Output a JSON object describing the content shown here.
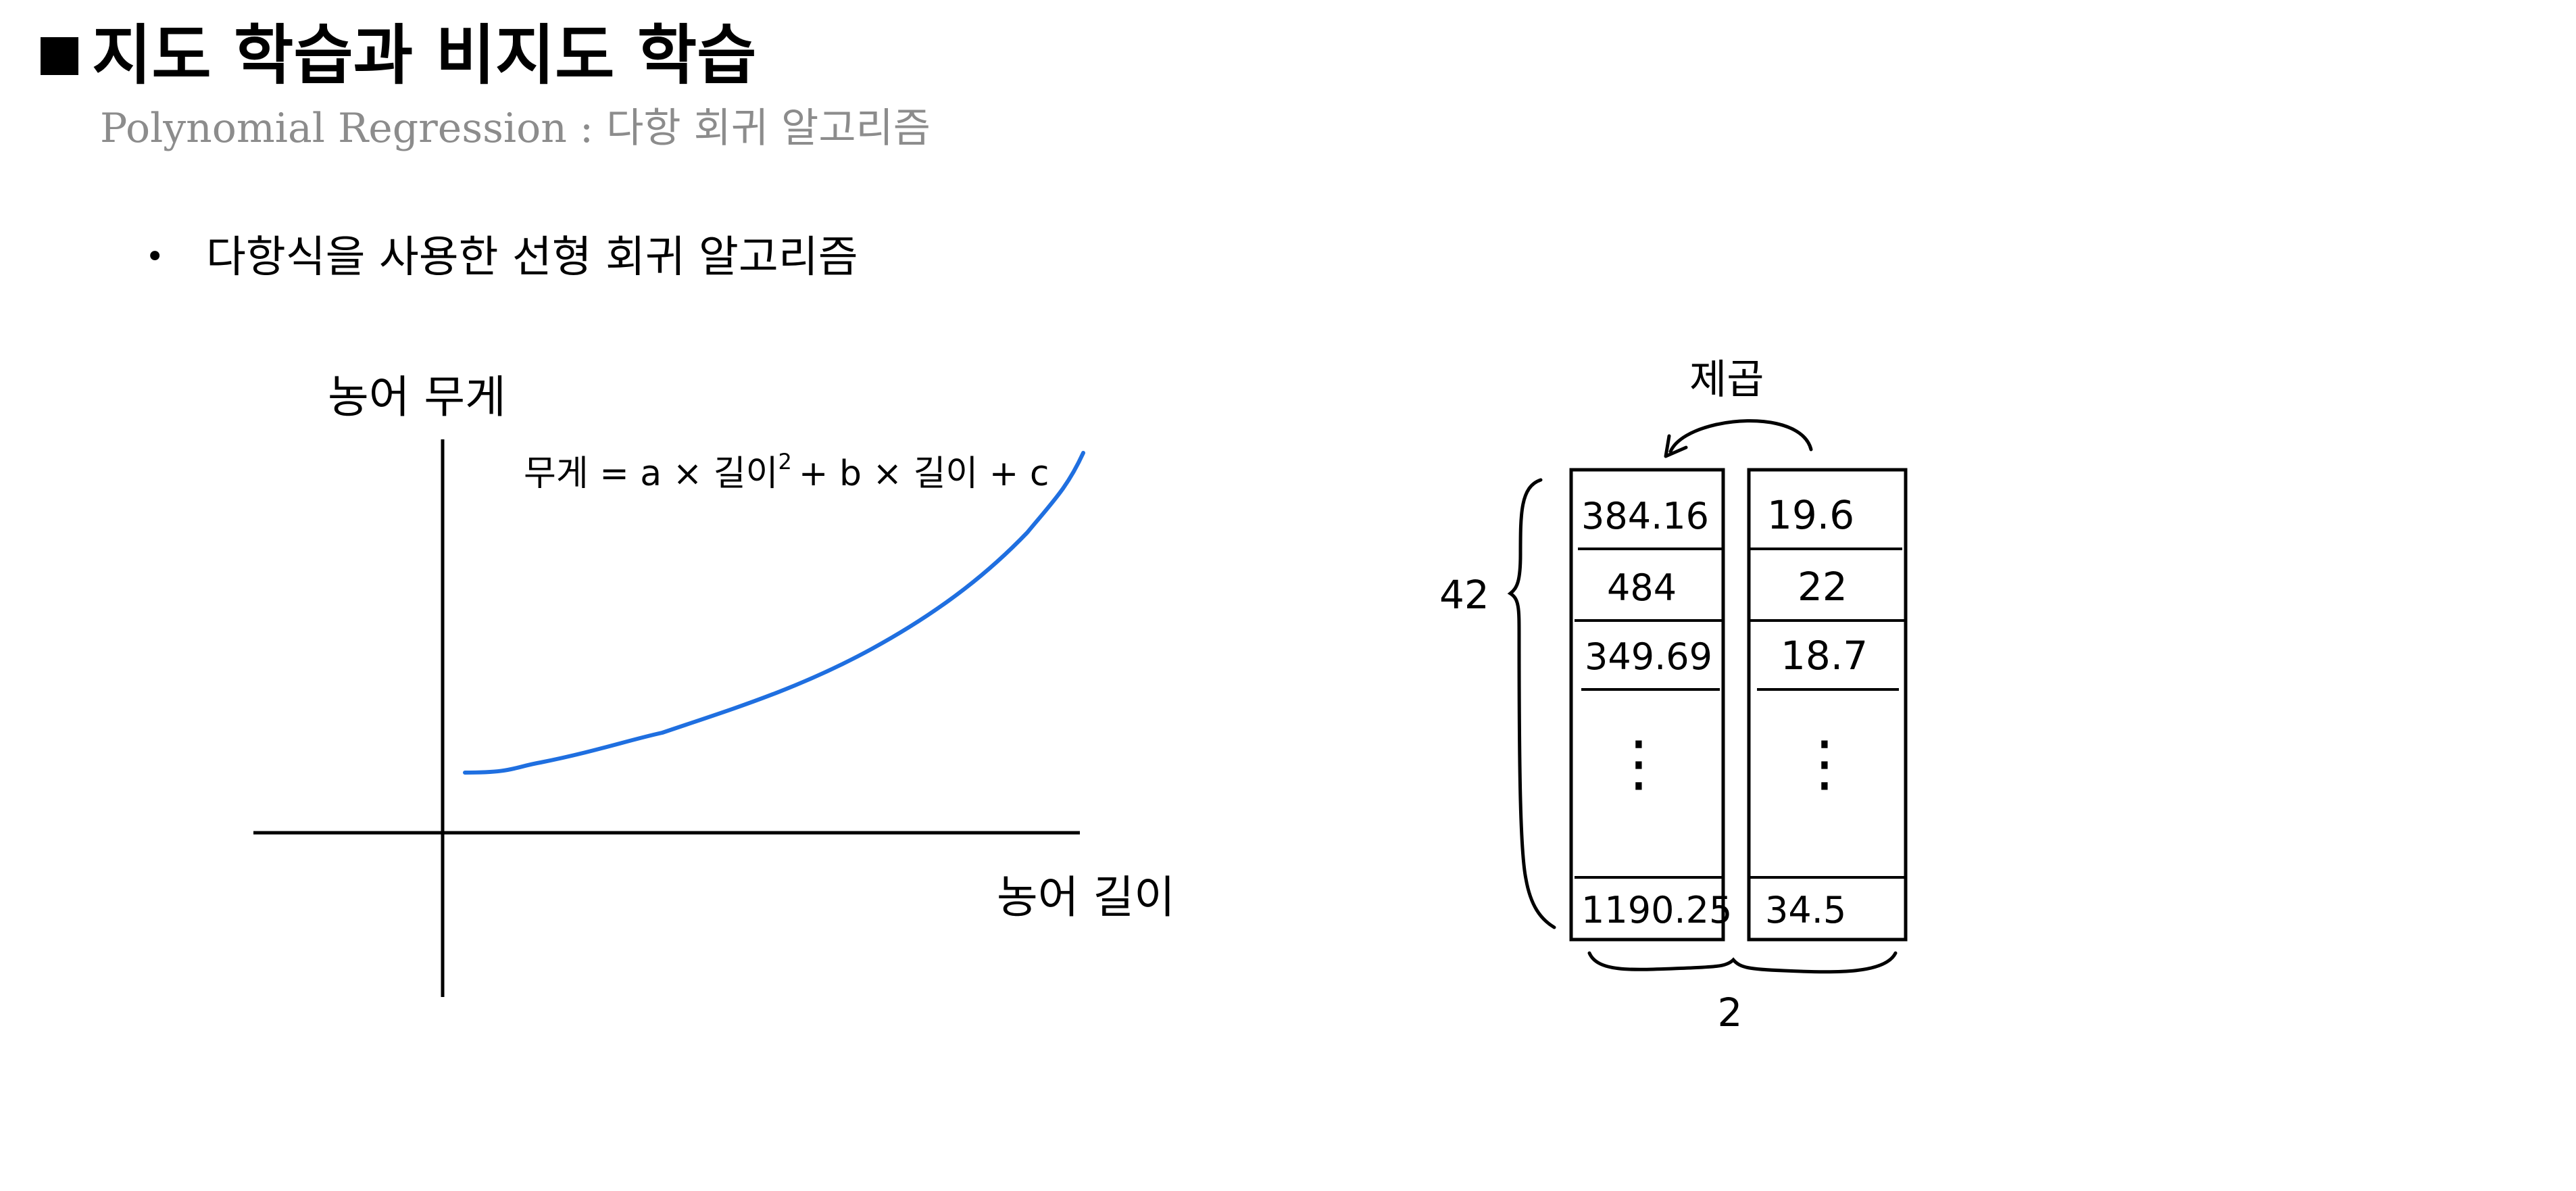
{
  "slide": {
    "title": "지도 학습과 비지도 학습",
    "subtitle": "Polynomial Regression : 다항 회귀 알고리즘",
    "bullet": "다항식을 사용한 선형 회귀 알고리즘"
  },
  "graph": {
    "y_axis_label": "농어 무게",
    "x_axis_label": "농어 길이",
    "formula_parts": {
      "w": "무게 = a × 길이",
      "exp": "2",
      "rest": "+ b × 길이 + c"
    },
    "curve_color": "#1f6fe0"
  },
  "matrix": {
    "square_label": "제곱",
    "rows_count_label": "42",
    "cols_count_label": "2",
    "squared_column": [
      "384.16",
      "484",
      "349.69",
      "1190.25"
    ],
    "length_column": [
      "19.6",
      "22",
      "18.7",
      "34.5"
    ],
    "ellipsis": "⋮"
  }
}
